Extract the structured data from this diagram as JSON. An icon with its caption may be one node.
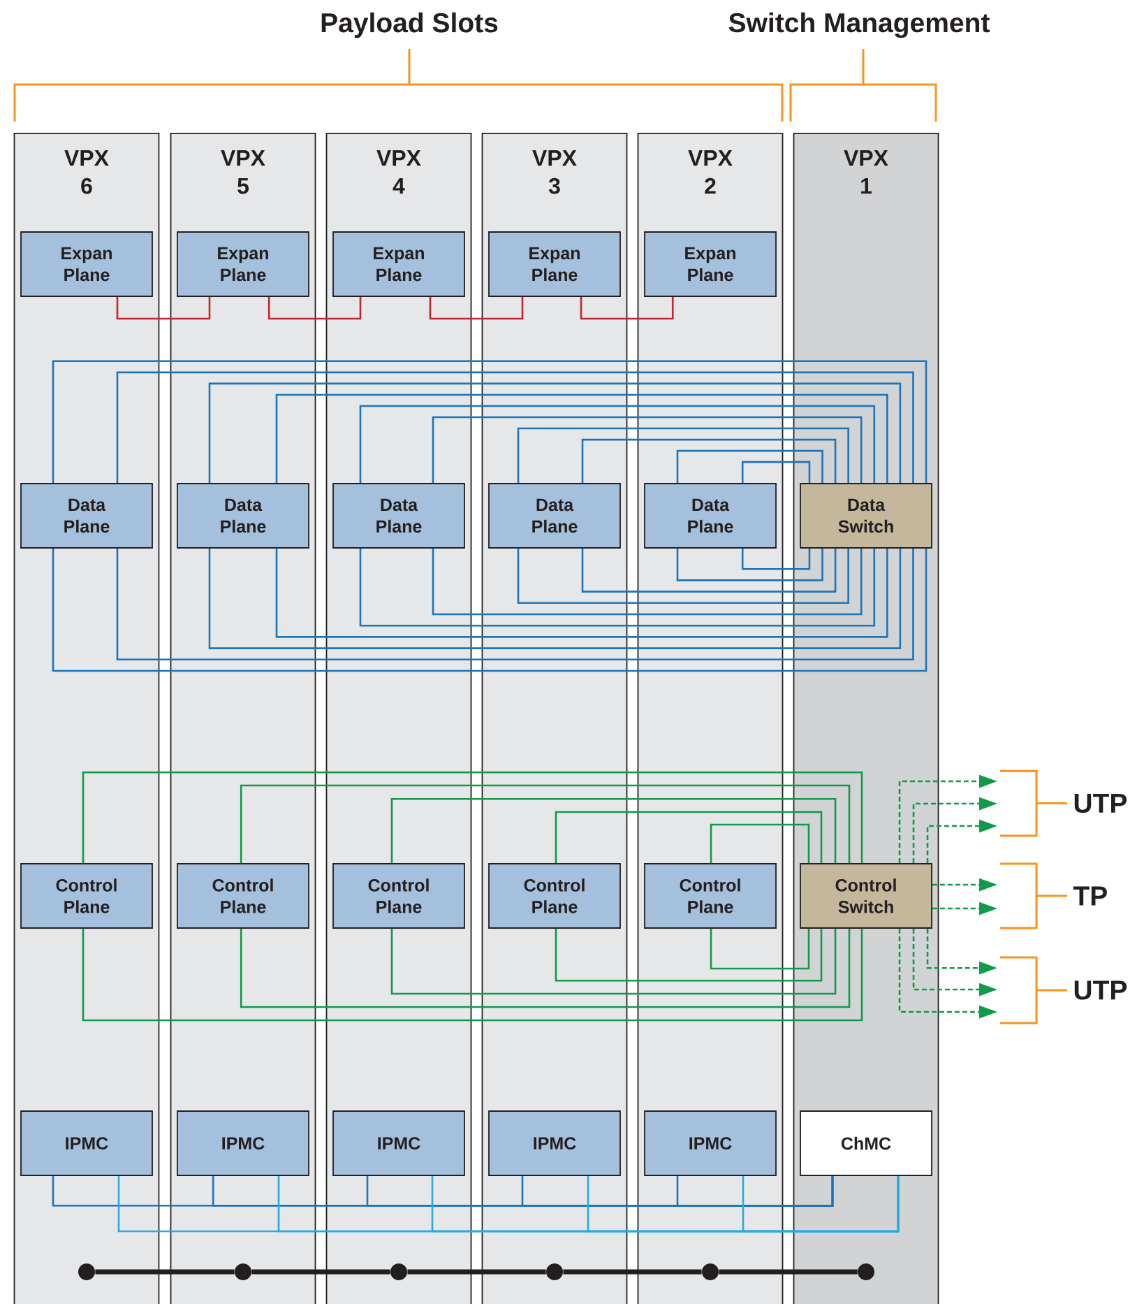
{
  "diagram": {
    "nodes": [
      {
        "text": [
          "VPX 6"
        ]
      },
      {
        "text": [
          "VPX 5"
        ]
      },
      {
        "text": [
          "VPX 4"
        ]
      },
      {
        "text": [
          "VPX 3"
        ]
      },
      {
        "text": [
          "VPX 2"
        ]
      },
      {
        "text": [
          "VPX 1"
        ]
      },
      {
        "text": [
          "Expan Plane"
        ],
        "in": 0
      },
      {
        "text": [
          "Expan Plane"
        ],
        "in": 1
      },
      {
        "text": [
          "Expan Plane"
        ],
        "in": 2
      },
      {
        "text": [
          "Expan Plane"
        ],
        "in": 3
      },
      {
        "text": [
          "Expan Plane"
        ],
        "in": 4
      },
      {
        "text": [
          "Data Plane"
        ],
        "in": 0
      },
      {
        "text": [
          "Data Plane"
        ],
        "in": 1
      },
      {
        "text": [
          "Data Plane"
        ],
        "in": 2
      },
      {
        "text": [
          "Data Plane"
        ],
        "in": 3
      },
      {
        "text": [
          "Data Plane"
        ],
        "in": 4
      },
      {
        "text": [
          "Data Switch"
        ],
        "in": 5
      },
      {
        "text": [
          "Control Plane"
        ],
        "in": 0
      },
      {
        "text": [
          "Control Plane"
        ],
        "in": 1
      },
      {
        "text": [
          "Control Plane"
        ],
        "in": 2
      },
      {
        "text": [
          "Control Plane"
        ],
        "in": 3
      },
      {
        "text": [
          "Control Plane"
        ],
        "in": 4
      },
      {
        "text": [
          "Control Switch"
        ],
        "in": 5
      },
      {
        "text": [
          "IPMC"
        ],
        "in": 0
      },
      {
        "text": [
          "IPMC"
        ],
        "in": 1
      },
      {
        "text": [
          "IPMC"
        ],
        "in": 2
      },
      {
        "text": [
          "IPMC"
        ],
        "in": 3
      },
      {
        "text": [
          "IPMC"
        ],
        "in": 4
      },
      {
        "text": [
          "ChMC"
        ],
        "in": 5
      },
      {
        "text": [],
        "shape": "circle",
        "in": 0
      },
      {
        "text": [],
        "shape": "circle",
        "in": 1
      },
      {
        "text": [],
        "shape": "circle",
        "in": 2
      },
      {
        "text": [],
        "shape": "circle",
        "in": 3
      },
      {
        "text": [],
        "shape": "circle",
        "in": 4
      },
      {
        "text": [],
        "shape": "circle",
        "in": 5
      },
      {
        "text": [
          "UTP"
        ]
      },
      {
        "text": [
          "TP"
        ]
      },
      {
        "text": [
          "UTP"
        ]
      }
    ],
    "edges": [
      {
        "from": 6,
        "to": 7,
        "arrow": "none",
        "color": "#c1272d"
      },
      {
        "from": 7,
        "to": 8,
        "arrow": "none",
        "color": "#c1272d"
      },
      {
        "from": 8,
        "to": 9,
        "arrow": "none",
        "color": "#c1272d"
      },
      {
        "from": 9,
        "to": 10,
        "arrow": "none",
        "color": "#c1272d"
      },
      {
        "from": 11,
        "to": 16,
        "arrow": "none"
      },
      {
        "from": 11,
        "to": 16,
        "arrow": "none"
      },
      {
        "from": 11,
        "to": 16,
        "arrow": "none"
      },
      {
        "from": 11,
        "to": 16,
        "arrow": "none"
      },
      {
        "from": 12,
        "to": 16,
        "arrow": "none"
      },
      {
        "from": 12,
        "to": 16,
        "arrow": "none"
      },
      {
        "from": 12,
        "to": 16,
        "arrow": "none"
      },
      {
        "from": 12,
        "to": 16,
        "arrow": "none"
      },
      {
        "from": 13,
        "to": 16,
        "arrow": "none"
      },
      {
        "from": 13,
        "to": 16,
        "arrow": "none"
      },
      {
        "from": 13,
        "to": 16,
        "arrow": "none"
      },
      {
        "from": 13,
        "to": 16,
        "arrow": "none"
      },
      {
        "from": 14,
        "to": 16,
        "arrow": "none"
      },
      {
        "from": 14,
        "to": 16,
        "arrow": "none"
      },
      {
        "from": 14,
        "to": 16,
        "arrow": "none"
      },
      {
        "from": 14,
        "to": 16,
        "arrow": "none"
      },
      {
        "from": 15,
        "to": 16,
        "arrow": "none"
      },
      {
        "from": 15,
        "to": 16,
        "arrow": "none"
      },
      {
        "from": 15,
        "to": 16,
        "arrow": "none"
      },
      {
        "from": 15,
        "to": 16,
        "arrow": "none"
      },
      {
        "from": 17,
        "to": 22,
        "arrow": "none",
        "color": "#109a49"
      },
      {
        "from": 17,
        "to": 22,
        "arrow": "none",
        "color": "#109a49"
      },
      {
        "from": 18,
        "to": 22,
        "arrow": "none",
        "color": "#109a49"
      },
      {
        "from": 18,
        "to": 22,
        "arrow": "none",
        "color": "#109a49"
      },
      {
        "from": 19,
        "to": 22,
        "arrow": "none",
        "color": "#109a49"
      },
      {
        "from": 19,
        "to": 22,
        "arrow": "none",
        "color": "#109a49"
      },
      {
        "from": 20,
        "to": 22,
        "arrow": "none",
        "color": "#109a49"
      },
      {
        "from": 20,
        "to": 22,
        "arrow": "none",
        "color": "#109a49"
      },
      {
        "from": 21,
        "to": 22,
        "arrow": "none",
        "color": "#109a49"
      },
      {
        "from": 21,
        "to": 22,
        "arrow": "none",
        "color": "#109a49"
      },
      {
        "from": 22,
        "to": 35,
        "arrow": "to",
        "style": "dashed",
        "color": "#109a49"
      },
      {
        "from": 22,
        "to": 35,
        "arrow": "to",
        "style": "dashed",
        "color": "#109a49"
      },
      {
        "from": 22,
        "to": 35,
        "arrow": "to",
        "style": "dashed",
        "color": "#109a49"
      },
      {
        "from": 22,
        "to": 36,
        "arrow": "to",
        "style": "dashed",
        "color": "#109a49"
      },
      {
        "from": 22,
        "to": 36,
        "arrow": "to",
        "style": "dashed",
        "color": "#109a49"
      },
      {
        "from": 22,
        "to": 37,
        "arrow": "to",
        "style": "dashed",
        "color": "#109a49"
      },
      {
        "from": 22,
        "to": 37,
        "arrow": "to",
        "style": "dashed",
        "color": "#109a49"
      },
      {
        "from": 22,
        "to": 37,
        "arrow": "to",
        "style": "dashed",
        "color": "#109a49"
      },
      {
        "from": 23,
        "to": 28,
        "arrow": "none"
      },
      {
        "from": 23,
        "to": 28,
        "arrow": "none",
        "color": "#29abe2"
      },
      {
        "from": 24,
        "to": 28,
        "arrow": "none"
      },
      {
        "from": 24,
        "to": 28,
        "arrow": "none",
        "color": "#29abe2"
      },
      {
        "from": 25,
        "to": 28,
        "arrow": "none"
      },
      {
        "from": 25,
        "to": 28,
        "arrow": "none",
        "color": "#29abe2"
      },
      {
        "from": 26,
        "to": 28,
        "arrow": "none"
      },
      {
        "from": 26,
        "to": 28,
        "arrow": "none",
        "color": "#29abe2"
      },
      {
        "from": 27,
        "to": 28,
        "arrow": "none"
      },
      {
        "from": 27,
        "to": 28,
        "arrow": "none",
        "color": "#29abe2"
      },
      {
        "from": 29,
        "to": 30,
        "arrow": "none",
        "style": "thick",
        "color": "#231f20"
      },
      {
        "from": 30,
        "to": 31,
        "arrow": "none",
        "style": "thick",
        "color": "#231f20"
      },
      {
        "from": 31,
        "to": 32,
        "arrow": "none",
        "style": "thick",
        "color": "#231f20"
      },
      {
        "from": 32,
        "to": 33,
        "arrow": "none",
        "style": "thick",
        "color": "#231f20"
      },
      {
        "from": 33,
        "to": 34,
        "arrow": "none",
        "style": "thick",
        "color": "#231f20"
      }
    ],
    "labels": [
      "Payload Slots",
      "Switch Management"
    ]
  }
}
